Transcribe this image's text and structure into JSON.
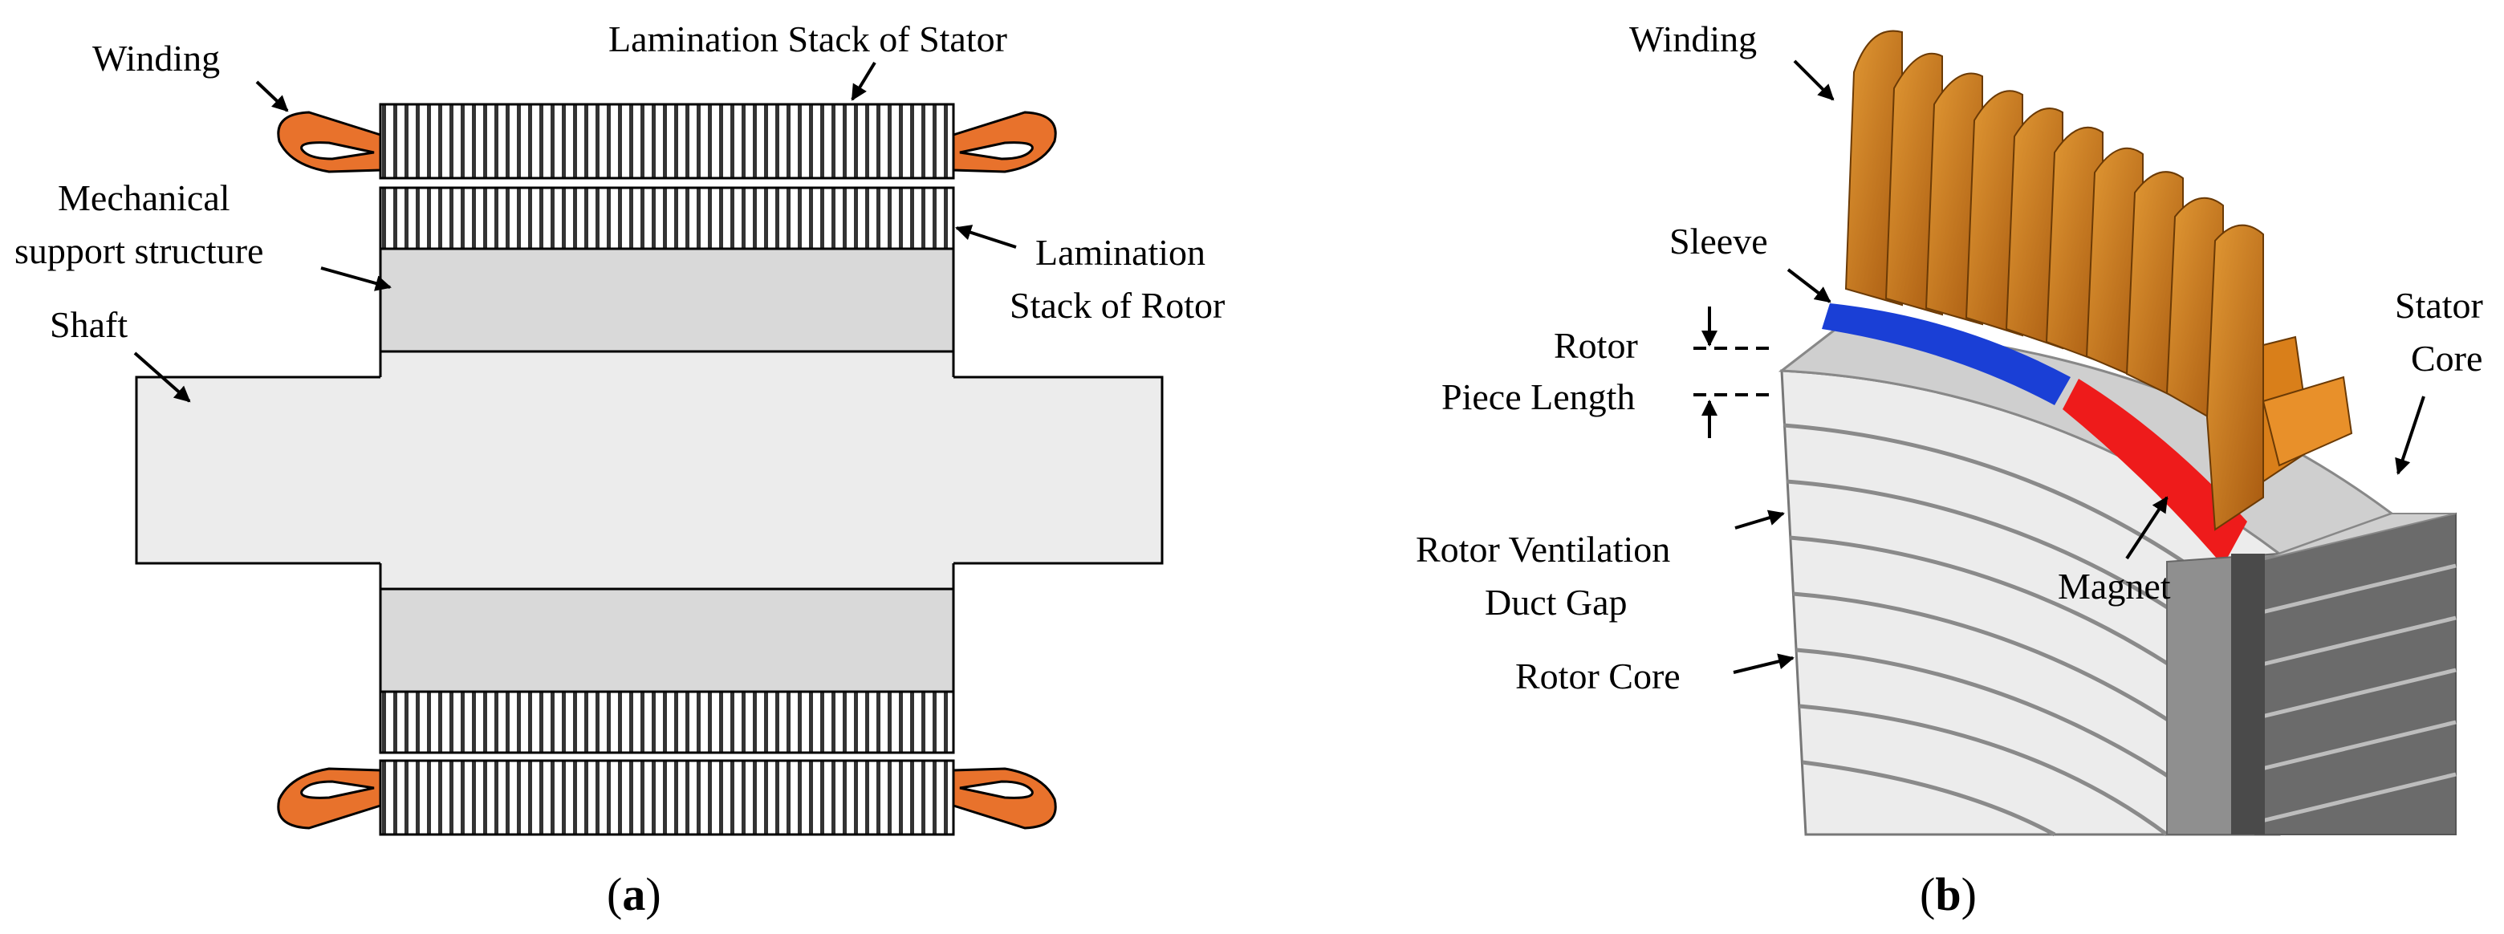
{
  "panel_a": {
    "caption_open": "(",
    "caption_letter": "a",
    "caption_close": ")",
    "labels": {
      "winding": "Winding",
      "lam_stator": "Lamination Stack of Stator",
      "mech_line1": "Mechanical",
      "mech_line2": "support structure",
      "lam_rotor_line1": "Lamination",
      "lam_rotor_line2": "Stack of Rotor",
      "shaft": "Shaft"
    }
  },
  "panel_b": {
    "caption_open": "(",
    "caption_letter": "b",
    "caption_close": ")",
    "labels": {
      "winding": "Winding",
      "sleeve": "Sleeve",
      "rotor_piece_line1": "Rotor",
      "rotor_piece_line2": "Piece Length",
      "stator_core_line1": "Stator",
      "stator_core_line2": "Core",
      "rotor_vent_line1": "Rotor Ventilation",
      "rotor_vent_line2": "Duct Gap",
      "magnet": "Magnet",
      "rotor_core": "Rotor Core"
    }
  },
  "colors": {
    "winding_orange": "#e8722c",
    "winding_copper": "#c8731a",
    "sleeve_blue": "#1a3fd6",
    "magnet_red": "#ee1b1b",
    "gray_fill": "#d9d9d9",
    "light_fill": "#ececec"
  }
}
